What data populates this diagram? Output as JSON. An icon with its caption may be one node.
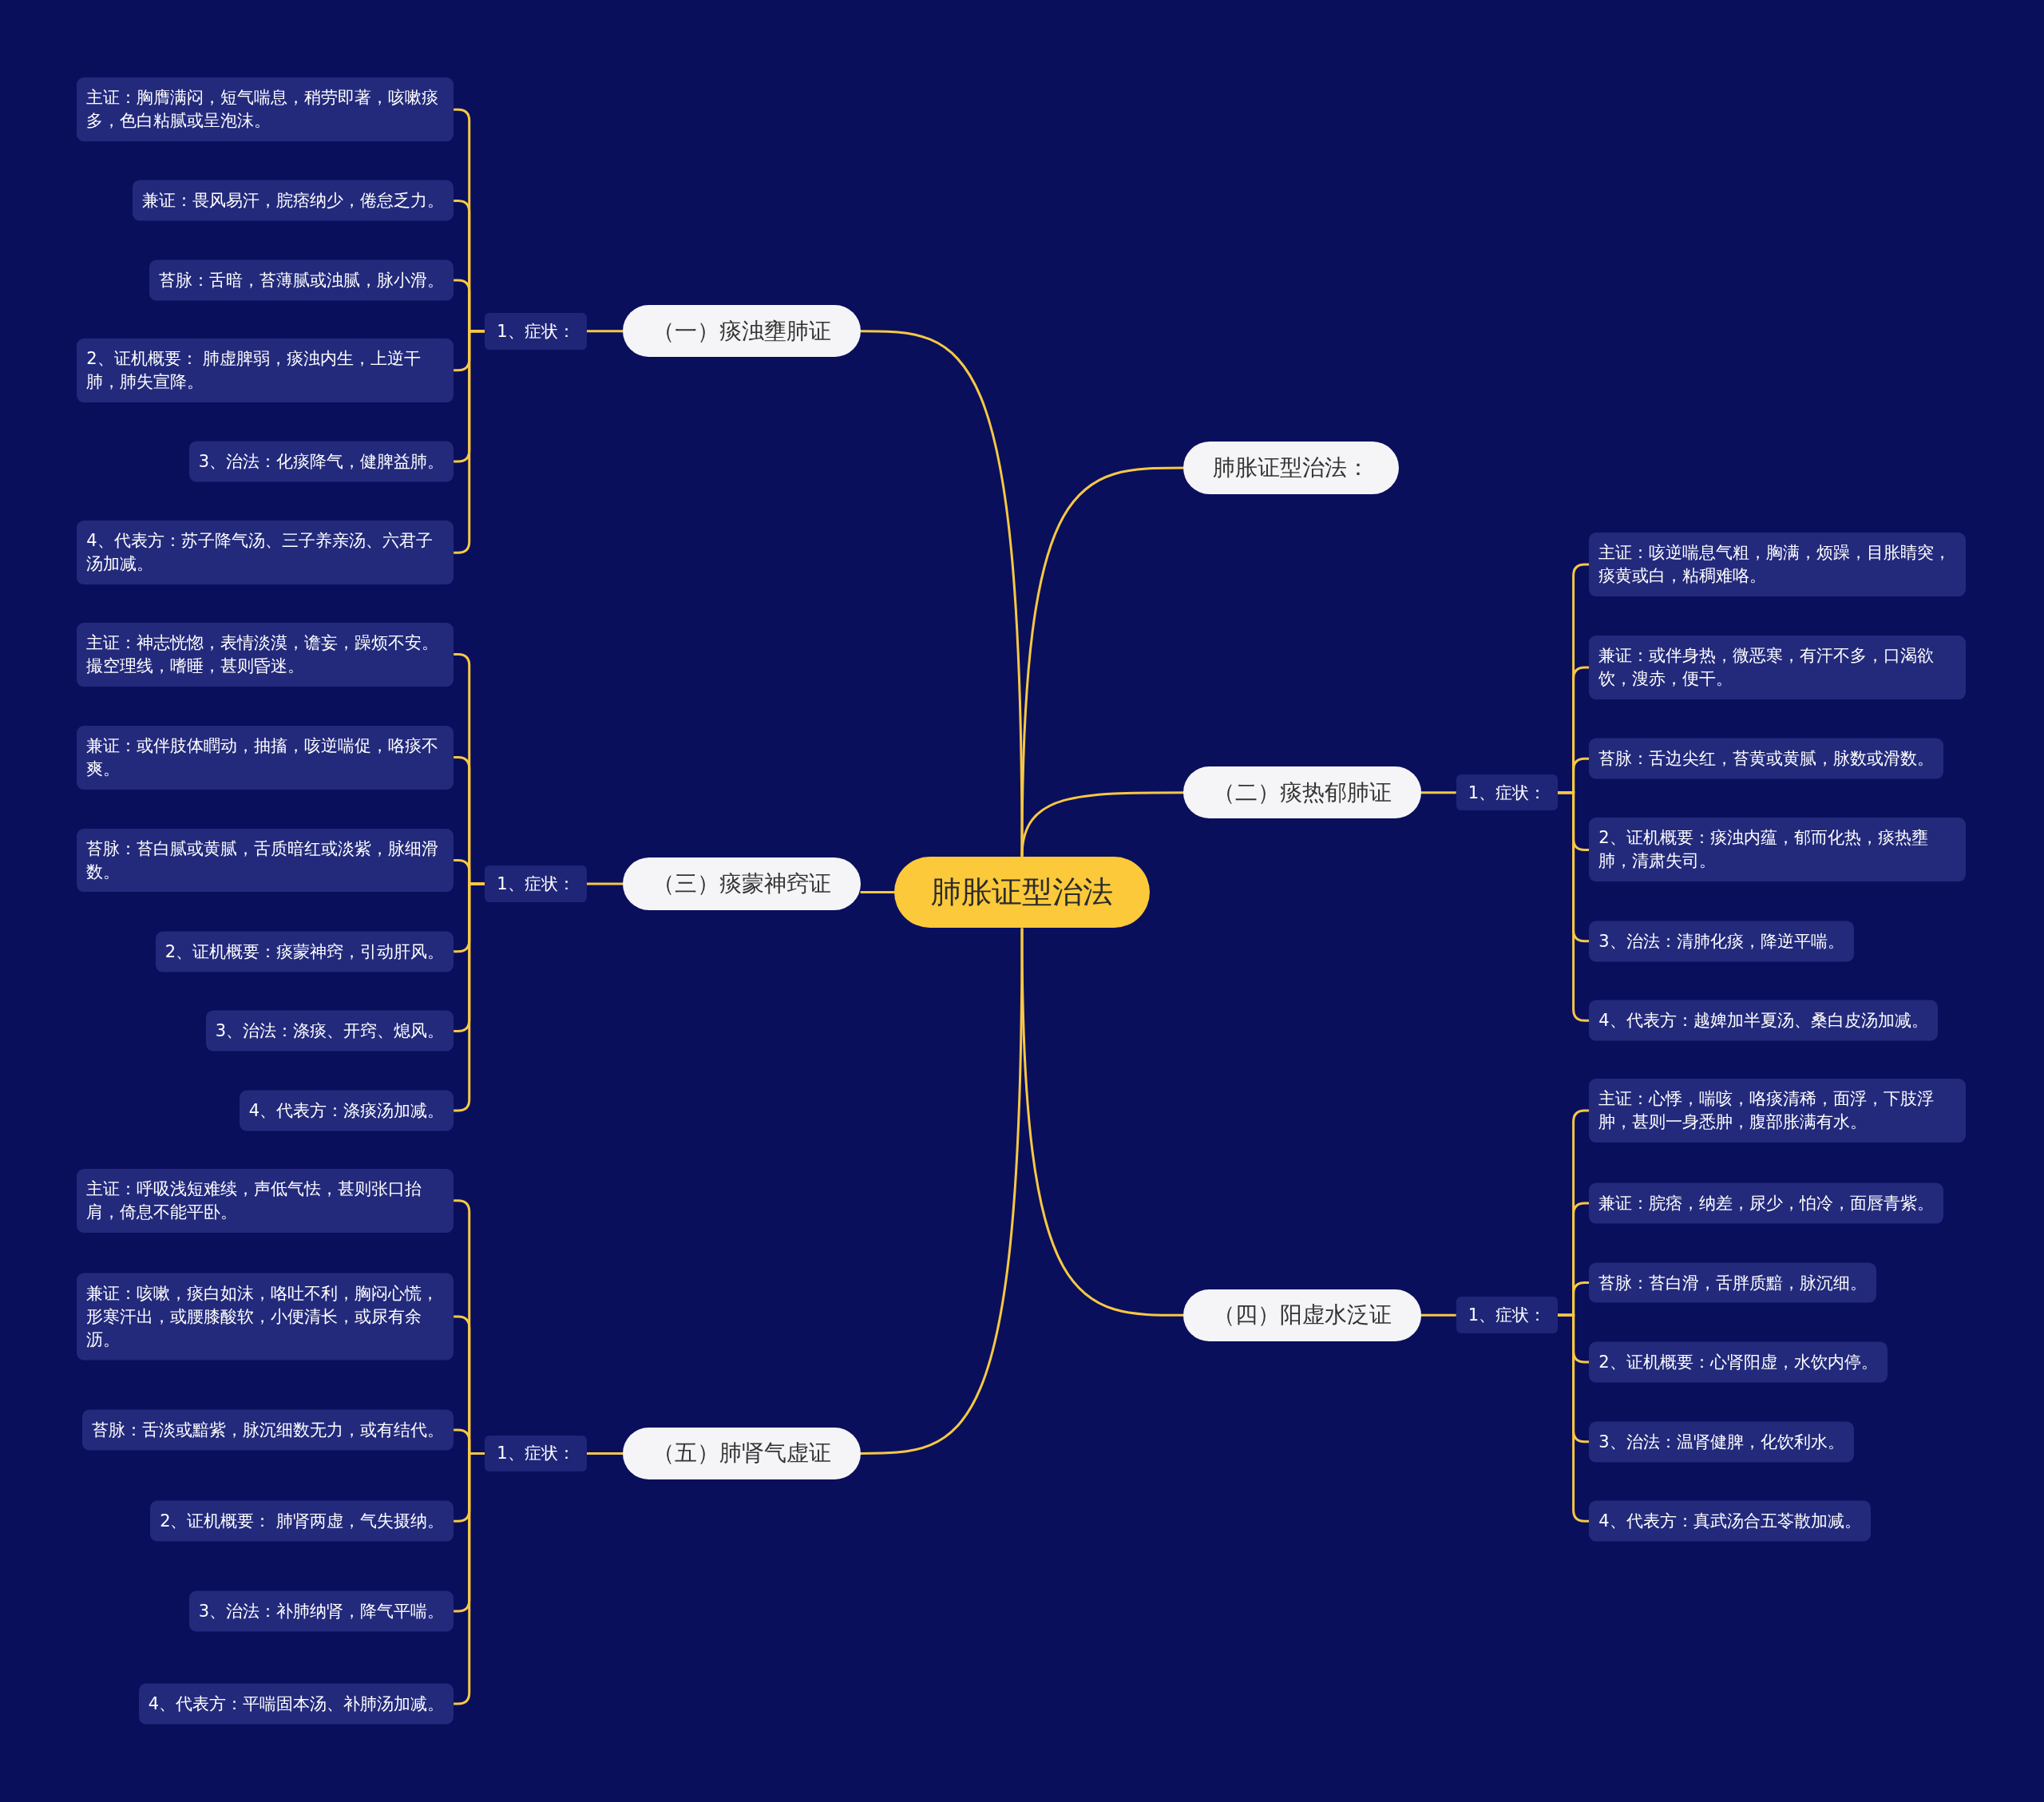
{
  "diagram": {
    "nodes": [
      {
        "text": [
          "肺胀证型治法"
        ]
      },
      {
        "text": [
          "（一）痰浊壅肺证"
        ]
      },
      {
        "text": [
          "1、症状："
        ]
      },
      {
        "text": [
          "主证：胸膺满闷，短气喘息，稍劳即著，咳嗽痰多，色白粘腻或呈泡沫。"
        ]
      },
      {
        "text": [
          "兼证：畏风易汗，脘痞纳少，倦怠乏力。"
        ]
      },
      {
        "text": [
          "苔脉：舌暗，苔薄腻或浊腻，脉小滑。"
        ]
      },
      {
        "text": [
          "2、证机概要： 肺虚脾弱，痰浊内生，上逆干肺，肺失宣降。"
        ]
      },
      {
        "text": [
          "3、治法：化痰降气，健脾益肺。"
        ]
      },
      {
        "text": [
          "4、代表方：苏子降气汤、三子养亲汤、六君子汤加减。"
        ]
      },
      {
        "text": [
          "肺胀证型治法："
        ]
      },
      {
        "text": [
          "（二）痰热郁肺证"
        ]
      },
      {
        "text": [
          "1、症状："
        ]
      },
      {
        "text": [
          "主证：咳逆喘息气粗，胸满，烦躁，目胀睛突，痰黄或白，粘稠难咯。"
        ]
      },
      {
        "text": [
          "兼证：或伴身热，微恶寒，有汗不多，口渴欲饮，溲赤，便干。"
        ]
      },
      {
        "text": [
          "苔脉：舌边尖红，苔黄或黄腻，脉数或滑数。"
        ]
      },
      {
        "text": [
          "2、证机概要：痰浊内蕴，郁而化热，痰热壅肺，清肃失司。"
        ]
      },
      {
        "text": [
          "3、治法：清肺化痰，降逆平喘。"
        ]
      },
      {
        "text": [
          "4、代表方：越婢加半夏汤、桑白皮汤加减。"
        ]
      },
      {
        "text": [
          "（三）痰蒙神窍证"
        ]
      },
      {
        "text": [
          "1、症状："
        ]
      },
      {
        "text": [
          "主证：神志恍惚，表情淡漠，谵妄，躁烦不安。撮空理线，嗜睡，甚则昏迷。"
        ]
      },
      {
        "text": [
          "兼证：或伴肢体瞤动，抽搐，咳逆喘促，咯痰不爽。"
        ]
      },
      {
        "text": [
          "苔脉：苔白腻或黄腻，舌质暗红或淡紫，脉细滑数。"
        ]
      },
      {
        "text": [
          "2、证机概要：痰蒙神窍，引动肝风。"
        ]
      },
      {
        "text": [
          "3、治法：涤痰、开窍、熄风。"
        ]
      },
      {
        "text": [
          "4、代表方：涤痰汤加减。"
        ]
      },
      {
        "text": [
          "（四）阳虚水泛证"
        ]
      },
      {
        "text": [
          "1、症状："
        ]
      },
      {
        "text": [
          "主证：心悸，喘咳，咯痰清稀，面浮，下肢浮肿，甚则一身悉肿，腹部胀满有水。"
        ]
      },
      {
        "text": [
          "兼证：脘痞，纳差，尿少，怕冷，面唇青紫。"
        ]
      },
      {
        "text": [
          "苔脉：苔白滑，舌胖质黯，脉沉细。"
        ]
      },
      {
        "text": [
          "2、证机概要：心肾阳虚，水饮内停。"
        ]
      },
      {
        "text": [
          "3、治法：温肾健脾，化饮利水。"
        ]
      },
      {
        "text": [
          "4、代表方：真武汤合五苓散加减。"
        ]
      },
      {
        "text": [
          "（五）肺肾气虚证"
        ]
      },
      {
        "text": [
          "1、症状："
        ]
      },
      {
        "text": [
          "主证：呼吸浅短难续，声低气怯，甚则张口抬肩，倚息不能平卧。"
        ]
      },
      {
        "text": [
          "兼证：咳嗽，痰白如沫，咯吐不利，胸闷心慌，形寒汗出，或腰膝酸软，小便清长，或尿有余沥。"
        ]
      },
      {
        "text": [
          "苔脉：舌淡或黯紫，脉沉细数无力，或有结代。"
        ]
      },
      {
        "text": [
          "2、证机概要： 肺肾两虚，气失摄纳。"
        ]
      },
      {
        "text": [
          "3、治法：补肺纳肾，降气平喘。"
        ]
      },
      {
        "text": [
          "4、代表方：平喘固本汤、补肺汤加减。"
        ]
      }
    ],
    "edges": [
      {
        "from": 0,
        "to": 1,
        "arrow": "none"
      },
      {
        "from": 1,
        "to": 2,
        "arrow": "none"
      },
      {
        "from": 2,
        "to": 3,
        "arrow": "none"
      },
      {
        "from": 2,
        "to": 4,
        "arrow": "none"
      },
      {
        "from": 2,
        "to": 5,
        "arrow": "none"
      },
      {
        "from": 2,
        "to": 6,
        "arrow": "none"
      },
      {
        "from": 2,
        "to": 7,
        "arrow": "none"
      },
      {
        "from": 2,
        "to": 8,
        "arrow": "none"
      },
      {
        "from": 0,
        "to": 9,
        "arrow": "none"
      },
      {
        "from": 0,
        "to": 10,
        "arrow": "none"
      },
      {
        "from": 10,
        "to": 11,
        "arrow": "none"
      },
      {
        "from": 11,
        "to": 12,
        "arrow": "none"
      },
      {
        "from": 11,
        "to": 13,
        "arrow": "none"
      },
      {
        "from": 11,
        "to": 14,
        "arrow": "none"
      },
      {
        "from": 11,
        "to": 15,
        "arrow": "none"
      },
      {
        "from": 11,
        "to": 16,
        "arrow": "none"
      },
      {
        "from": 11,
        "to": 17,
        "arrow": "none"
      },
      {
        "from": 0,
        "to": 18,
        "arrow": "none"
      },
      {
        "from": 18,
        "to": 19,
        "arrow": "none"
      },
      {
        "from": 19,
        "to": 20,
        "arrow": "none"
      },
      {
        "from": 19,
        "to": 21,
        "arrow": "none"
      },
      {
        "from": 19,
        "to": 22,
        "arrow": "none"
      },
      {
        "from": 19,
        "to": 23,
        "arrow": "none"
      },
      {
        "from": 19,
        "to": 24,
        "arrow": "none"
      },
      {
        "from": 19,
        "to": 25,
        "arrow": "none"
      },
      {
        "from": 0,
        "to": 26,
        "arrow": "none"
      },
      {
        "from": 26,
        "to": 27,
        "arrow": "none"
      },
      {
        "from": 27,
        "to": 28,
        "arrow": "none"
      },
      {
        "from": 27,
        "to": 29,
        "arrow": "none"
      },
      {
        "from": 27,
        "to": 30,
        "arrow": "none"
      },
      {
        "from": 27,
        "to": 31,
        "arrow": "none"
      },
      {
        "from": 27,
        "to": 32,
        "arrow": "none"
      },
      {
        "from": 27,
        "to": 33,
        "arrow": "none"
      },
      {
        "from": 0,
        "to": 34,
        "arrow": "none"
      },
      {
        "from": 34,
        "to": 35,
        "arrow": "none"
      },
      {
        "from": 35,
        "to": 36,
        "arrow": "none"
      },
      {
        "from": 35,
        "to": 37,
        "arrow": "none"
      },
      {
        "from": 35,
        "to": 38,
        "arrow": "none"
      },
      {
        "from": 35,
        "to": 39,
        "arrow": "none"
      },
      {
        "from": 35,
        "to": 40,
        "arrow": "none"
      },
      {
        "from": 35,
        "to": 41,
        "arrow": "none"
      }
    ]
  }
}
